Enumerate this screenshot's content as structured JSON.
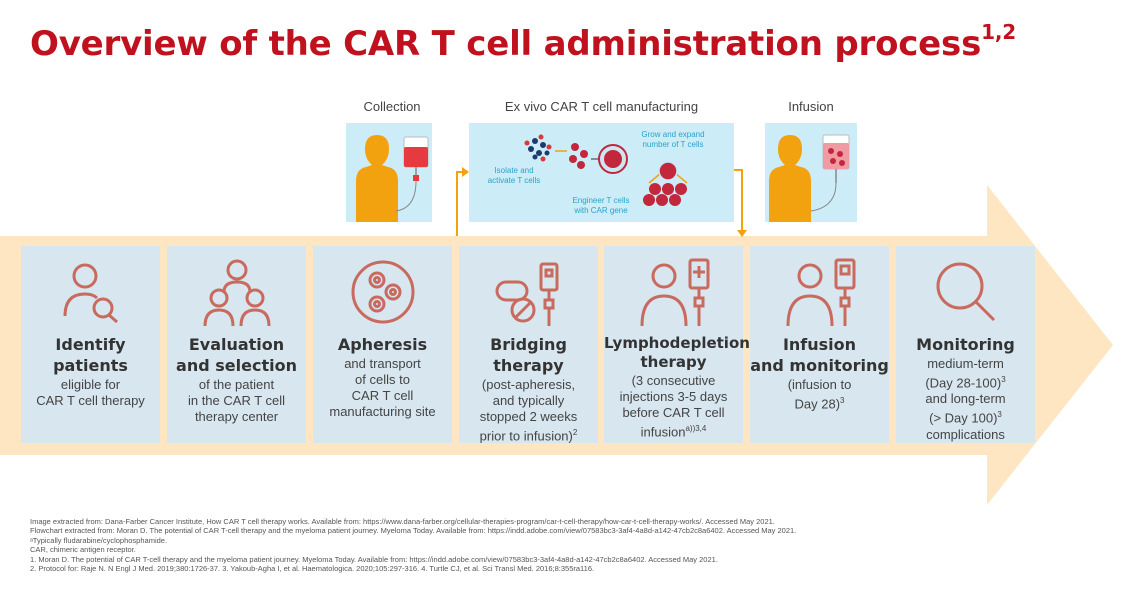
{
  "title": "Overview of the CAR T cell administration process",
  "title_refs": "1,2",
  "phases": {
    "collection": "Collection",
    "manufacturing": "Ex vivo CAR T cell manufacturing",
    "infusion": "Infusion"
  },
  "manufacturing_labels": {
    "isolate_1": "Isolate and",
    "isolate_2": "activate T cells",
    "engineer_1": "Engineer T cells",
    "engineer_2": "with CAR gene",
    "grow_1": "Grow and expand",
    "grow_2": "number of T cells"
  },
  "steps": [
    {
      "title_1": "Identify",
      "title_2": "patients",
      "sub_1": "eligible for",
      "sub_2": "CAR T cell therapy",
      "icon": "person-search-icon"
    },
    {
      "title_1": "Evaluation",
      "title_2": "and selection",
      "sub_1": "of the patient",
      "sub_2": "in the CAR T cell",
      "sub_3": "therapy center",
      "icon": "group-icon"
    },
    {
      "title_1": "Apheresis",
      "sub_1": "and transport",
      "sub_2": "of cells to",
      "sub_3": "CAR T cell",
      "sub_4": "manufacturing site",
      "icon": "cells-icon"
    },
    {
      "title_1": "Bridging",
      "title_2": "therapy",
      "sub_1": "(post-apheresis,",
      "sub_2": "and typically",
      "sub_3": "stopped 2 weeks",
      "sub_4": "prior to infusion)",
      "sup_4": "2",
      "icon": "pill-iv-icon"
    },
    {
      "title_1": "Lymphodepletion",
      "title_2": "therapy",
      "sub_1": "(3 consecutive",
      "sub_2": "injections 3-5 days",
      "sub_3": "before CAR T cell",
      "sub_4": "infusion",
      "sup_4a": "a)",
      "sup_4b": ")3,4",
      "icon": "person-iv-icon"
    },
    {
      "title_1": "Infusion",
      "title_2": "and monitoring",
      "sub_1": "(infusion to",
      "sub_2": "Day 28)",
      "sup_2": "3",
      "icon": "person-iv-icon"
    },
    {
      "title_1": "Monitoring",
      "sub_1": "medium-term",
      "sub_2": "(Day 28-100)",
      "sup_2": "3",
      "sub_3": "and long-term",
      "sub_4": "(> Day 100)",
      "sup_4": "3",
      "sub_5": "complications",
      "icon": "magnifier-icon"
    }
  ],
  "footnotes": [
    "Image extracted from: Dana-Farber Cancer Institute, How CAR T cell therapy works. Available from: https://www.dana-farber.org/cellular-therapies-program/car-t-cell-therapy/how-car-t-cell-therapy-works/. Accessed May 2021.",
    "Flowchart extracted from: Moran D. The potential of CAR T-cell therapy and the myeloma patient journey. Myeloma Today. Available from: https://indd.adobe.com/view/07583bc3-3af4-4a8d-a142-47cb2c8a6402. Accessed May 2021.",
    "ᵃTypically fludarabine/cyclophosphamide.",
    "CAR, chimeric antigen receptor.",
    "1. Moran D. The potential of CAR T-cell therapy and the myeloma patient journey. Myeloma Today. Available from: https://indd.adobe.com/view/07583bc3-3af4-4a8d-a142-47cb2c8a6402. Accessed May 2021.",
    "2. Protocol for: Raje N. N Engl J Med. 2019;380:1726-37. 3. Yakoub-Agha I, et al. Haematologica. 2020;105:297-316. 4. Turtle CJ, et al. Sci Transl Med. 2016;8:355ra116."
  ],
  "colors": {
    "title": "#c0111f",
    "arrow": "#fde6c1",
    "card": "#d8e6ef",
    "icon": "#c96a5e",
    "figure": "#f2a20f",
    "illustration": "#ccecf8",
    "connector": "#f2a20f"
  }
}
